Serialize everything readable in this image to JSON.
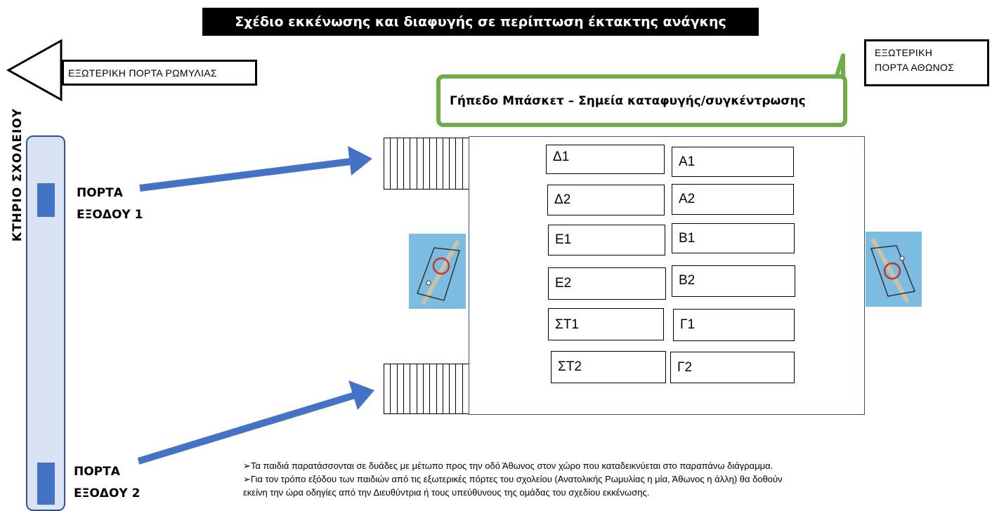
{
  "title": "Σχέδιο εκκένωσης και διαφυγής σε περίπτωση έκτακτης ανάγκης",
  "west_gate": "ΕΞΩΤΕΡΙΚΗ ΠΟΡΤΑ ΡΩΜΥΛΙΑΣ",
  "east_gate": {
    "line1": "ΕΞΩΤΕΡΙΚΗ",
    "line2": "ΠΟΡΤΑ ΑΘΩΝΟΣ"
  },
  "court_banner": "Γήπεδο Μπάσκετ – Σημεία καταφυγής/συγκέντρωσης",
  "school_building": "ΚΤΗΡΙΟ ΣΧΟΛΕΙΟΥ",
  "exit1": {
    "line1": "ΠΟΡΤΑ",
    "line2": "ΕΞΟΔΟΥ 1"
  },
  "exit2": {
    "line1": "ΠΟΡΤΑ",
    "line2": "ΕΞΟΔΟΥ 2"
  },
  "zones": {
    "left": [
      "Δ1",
      "Δ2",
      "Ε1",
      "Ε2",
      "ΣΤ1",
      "ΣΤ2"
    ],
    "right": [
      "Α1",
      "Α2",
      "Β1",
      "Β2",
      "Γ1",
      "Γ2"
    ]
  },
  "notes": [
    "➢Τα παιδιά παρατάσσονται σε δυάδες με μέτωπο προς την οδό Άθωνος στον χώρο που καταδεικνύεται στο παραπάνω διάγραμμα.",
    "➢Για τον τρόπο εξόδου  των παιδιών από τις εξωτερικές πόρτες του σχολείου (Ανατολικής Ρωμυλίας η μία, Άθωνος η άλλη) θα δοθούν",
    "εκείνη την ώρα οδηγίες από την Διευθύντρια ή τους υπεύθυνους της ομάδας του σχεδίου εκκένωσης."
  ],
  "colors": {
    "arrow": "#4472c4",
    "banner_border": "#70ad47",
    "building_fill": "#dae3f3",
    "door": "#4472c4"
  }
}
